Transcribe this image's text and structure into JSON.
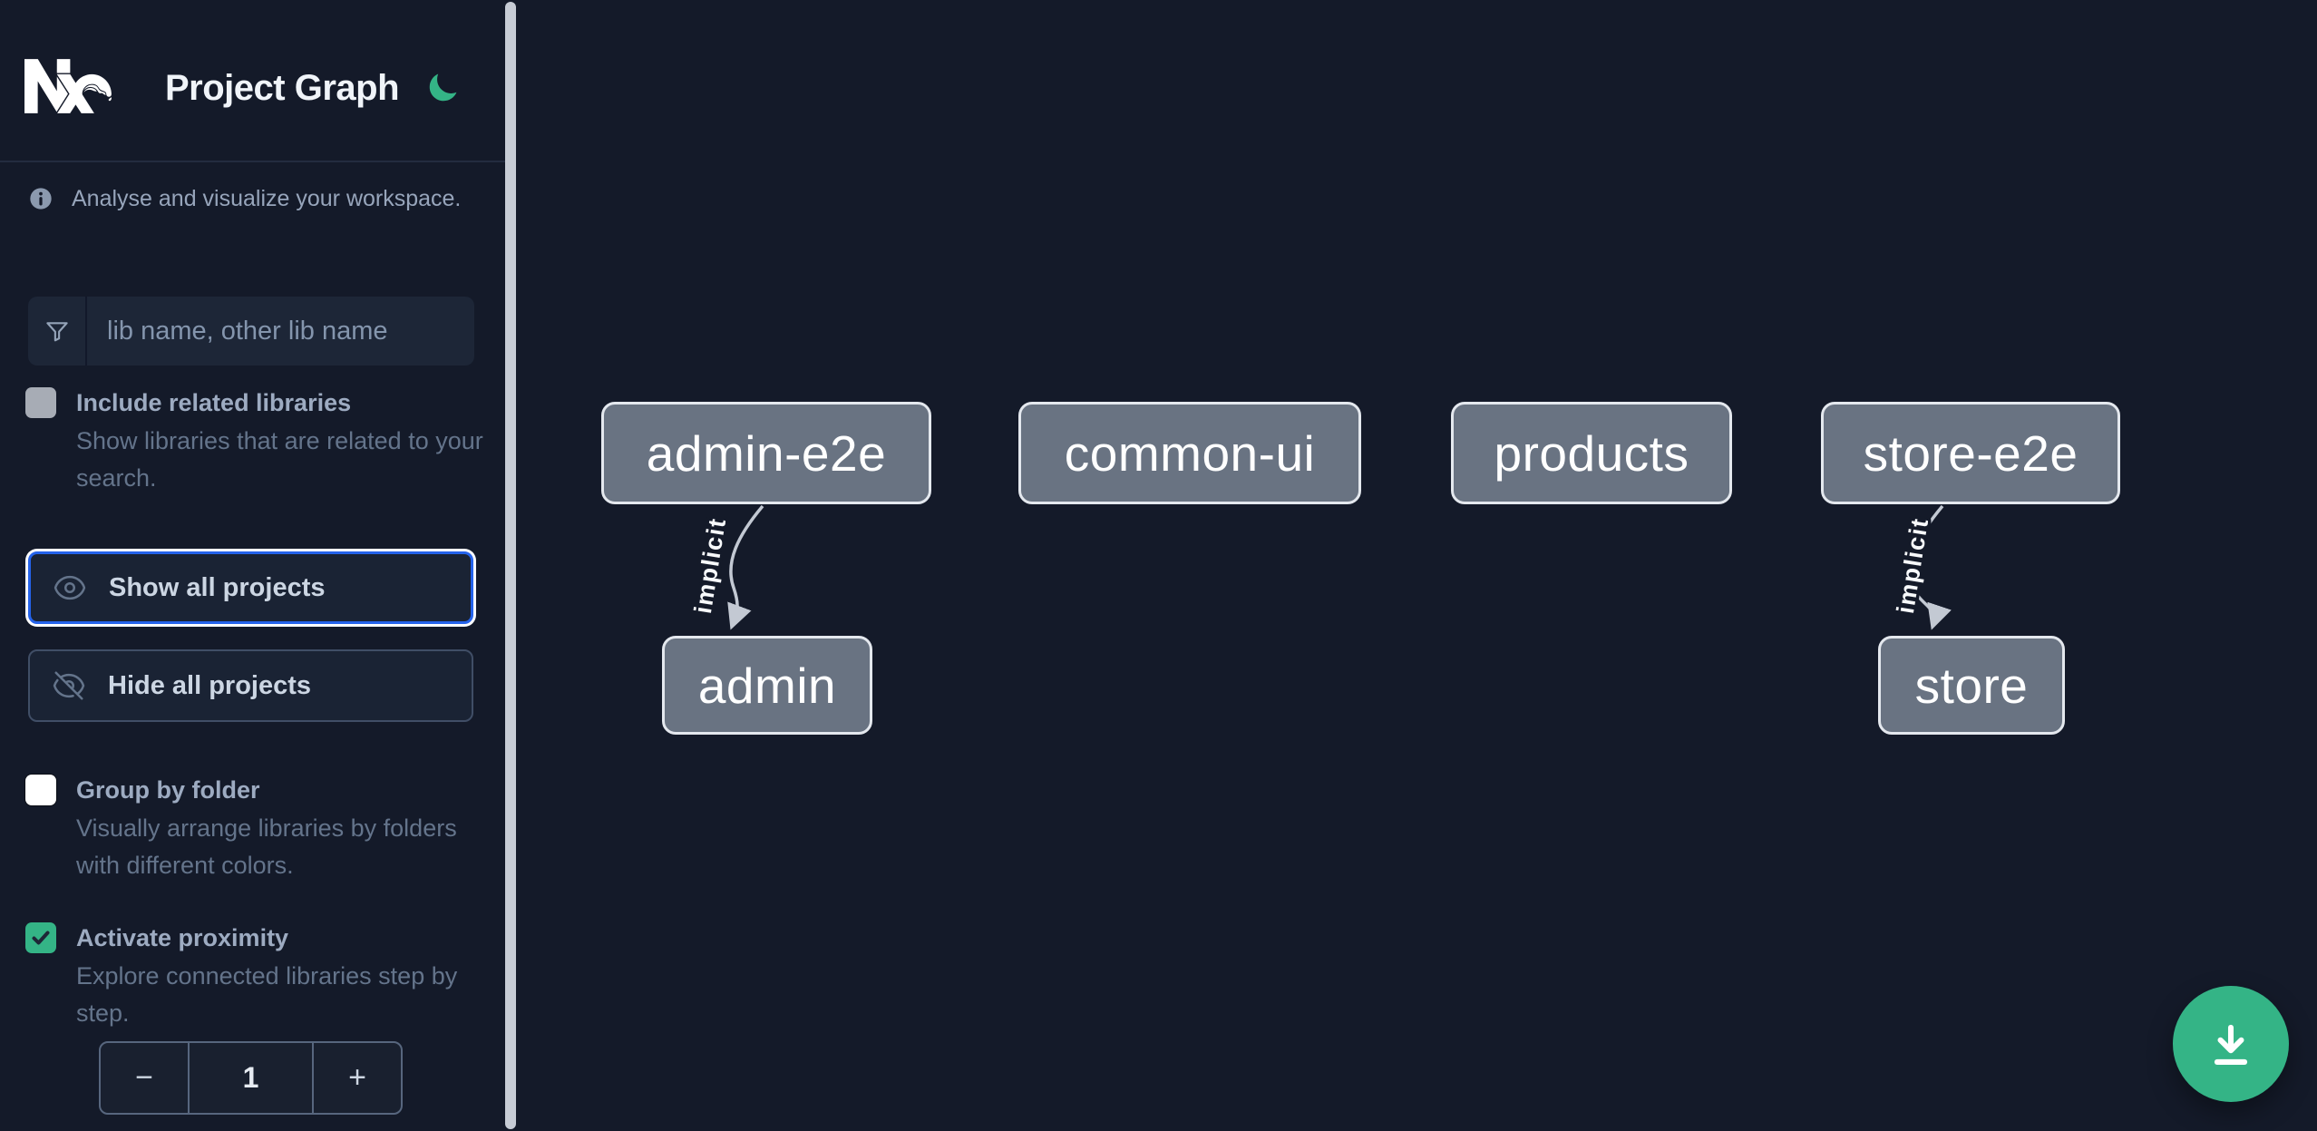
{
  "header": {
    "title": "Project Graph",
    "logo": "nx-logo",
    "theme_toggle_icon": "moon-icon"
  },
  "sidebar": {
    "tagline": "Analyse and visualize your workspace.",
    "search": {
      "placeholder": "lib name, other lib name",
      "icon": "filter-icon"
    },
    "toggles": [
      {
        "label": "Include related libraries",
        "description": "Show libraries that are related to your search.",
        "checked": false,
        "disabled": true
      },
      {
        "label": "Group by folder",
        "description": "Visually arrange libraries by folders with different colors.",
        "checked": false
      },
      {
        "label": "Activate proximity",
        "description": "Explore connected libraries step by step.",
        "checked": true
      }
    ],
    "buttons": [
      {
        "label": "Show all projects",
        "icon": "eye-icon",
        "focused": true
      },
      {
        "label": "Hide all projects",
        "icon": "eye-slash-icon",
        "focused": false
      }
    ],
    "stepper": {
      "decrement": "−",
      "value": "1",
      "increment": "+"
    }
  },
  "graph": {
    "nodes": [
      {
        "label": "admin-e2e"
      },
      {
        "label": "common-ui"
      },
      {
        "label": "products"
      },
      {
        "label": "store-e2e"
      },
      {
        "label": "admin"
      },
      {
        "label": "store"
      }
    ],
    "edges": [
      {
        "source": "admin-e2e",
        "target": "admin",
        "label": "implicit"
      },
      {
        "source": "store-e2e",
        "target": "store",
        "label": "implicit"
      }
    ]
  },
  "fab": {
    "icon": "download-icon"
  },
  "colors": {
    "background": "#141a29",
    "accent_green": "#34b486",
    "focus_blue": "#2563eb",
    "node_fill": "#697382",
    "node_border": "#e4e8ee",
    "scrollbar": "#c7ccd5"
  }
}
